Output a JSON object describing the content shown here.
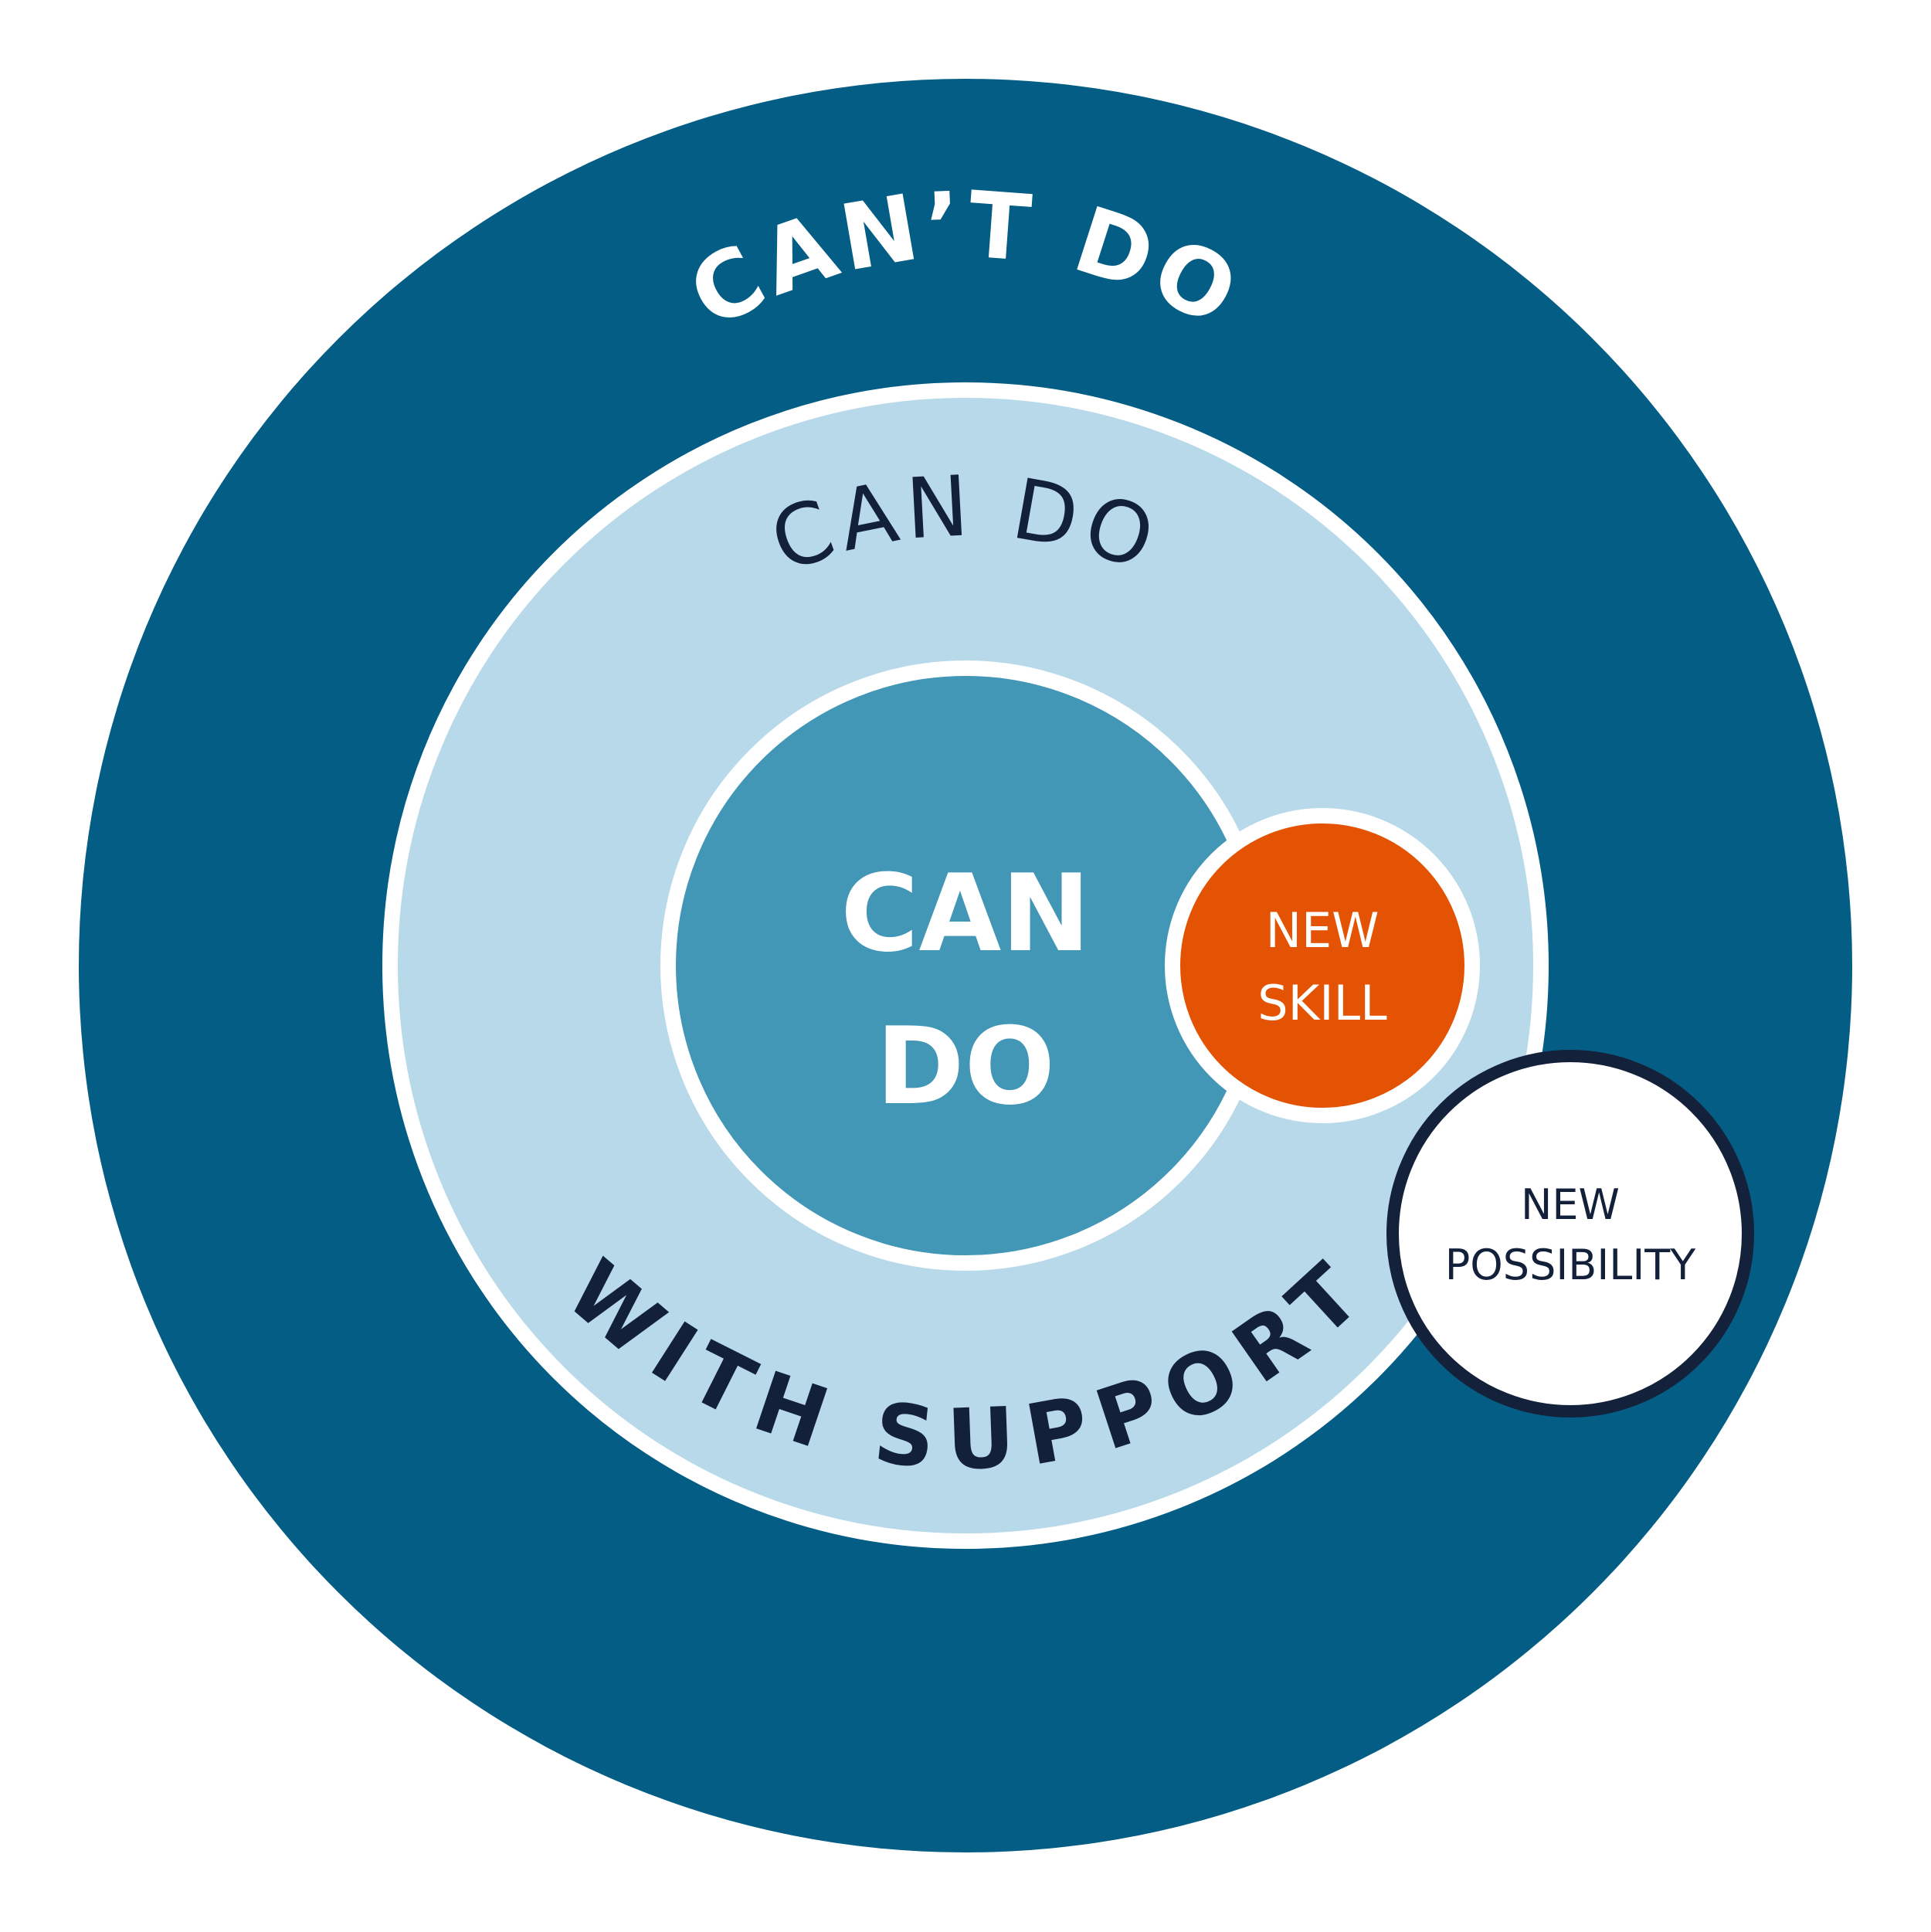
{
  "colors": {
    "background": "#ffffff",
    "outer_ring": "#045d85",
    "middle_ring": "#b8d9ea",
    "inner_core": "#4296b6",
    "new_skill": "#e35303",
    "new_possibility_fill": "#ffffff",
    "new_possibility_border": "#14213a",
    "ring_border": "#ffffff",
    "dark_text": "#13203a",
    "light_text": "#ffffff"
  },
  "labels": {
    "cant_do": "CAN’T DO",
    "can_do_with": "CAN DO",
    "with_support": "WITH SUPPORT",
    "core_line1": "CAN",
    "core_line2": "DO",
    "new_skill_line1": "NEW",
    "new_skill_line2": "SKILL",
    "new_possibility_line1": "NEW",
    "new_possibility_line2": "POSSIBILITY"
  }
}
